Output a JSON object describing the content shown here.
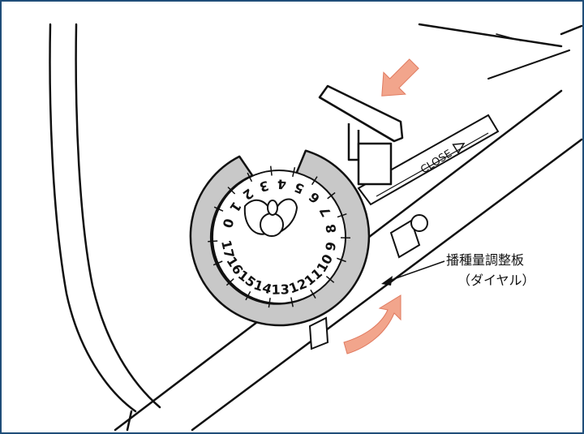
{
  "dial": {
    "numbers": [
      "0",
      "1",
      "2",
      "3",
      "4",
      "5",
      "6",
      "7",
      "8",
      "9",
      "10",
      "11",
      "12",
      "13",
      "14",
      "15",
      "16",
      "17"
    ]
  },
  "slide_label": "CLOSE",
  "callout": {
    "main": "播種量調整板",
    "sub": "（ダイヤル）"
  },
  "colors": {
    "frame": "#1f4e79",
    "arrow": "#f2a58c",
    "dial_ring": "#c8c8c8"
  },
  "icons": [
    "push-arrow-icon",
    "rotate-arrow-icon",
    "close-triangle-icon"
  ]
}
